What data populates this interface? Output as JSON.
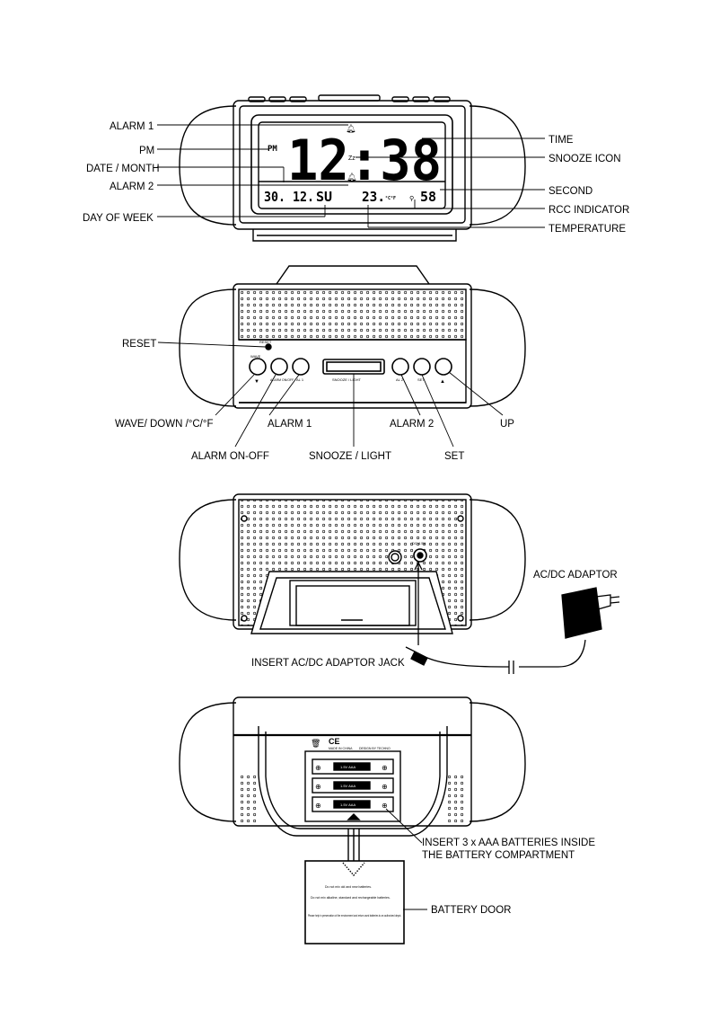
{
  "front_view": {
    "callouts_left": [
      "ALARM 1",
      "PM",
      "DATE / MONTH",
      "ALARM 2",
      "DAY OF WEEK"
    ],
    "callouts_right": [
      "TIME",
      "SNOOZE ICON",
      "SECOND",
      "RCC INDICATOR",
      "TEMPERATURE"
    ],
    "display": {
      "pm": "PM",
      "time": "12:38",
      "date": "30. 12.",
      "day": "SU",
      "temperature": "23.",
      "temp_units": "°C°F",
      "seconds": "58"
    }
  },
  "top_view": {
    "callouts": {
      "reset": "RESET",
      "wave_down": "WAVE/ DOWN /°C/°F",
      "alarm_on_off": "ALARM ON-OFF",
      "alarm1": "ALARM 1",
      "snooze_light": "SNOOZE / LIGHT",
      "alarm2": "ALARM 2",
      "set": "SET",
      "up": "UP"
    },
    "button_labels": {
      "reset": "RESET",
      "wave": "WAVE",
      "alarm_on_off": "ALARM ON/OFF",
      "al1": "AL 1",
      "snooze": "SNOOZE / LIGHT",
      "al2": "AL 2",
      "set": "SET"
    }
  },
  "back_view": {
    "adaptor_label": "AC/DC ADAPTOR",
    "jack_label": "INSERT AC/DC ADAPTOR JACK",
    "dc_in": "DC 4.5V"
  },
  "bottom_view": {
    "batteries_label_1": "INSERT 3 x AAA BATTERIES INSIDE",
    "batteries_label_2": "THE BATTERY COMPARTMENT",
    "door_label": "BATTERY DOOR",
    "made_in": "MADE IN CHINA",
    "design": "DESIGN BY TECHNO",
    "ce": "CE",
    "battery_text": "1.5V AAA",
    "door_text_1": "Do not mix old and new batteries.",
    "door_text_2": "Do not mix alkaline, standard and rechargeable batteries.",
    "door_text_3": "Please help in preservation of the environment and return used batteries to an authorized depot."
  }
}
